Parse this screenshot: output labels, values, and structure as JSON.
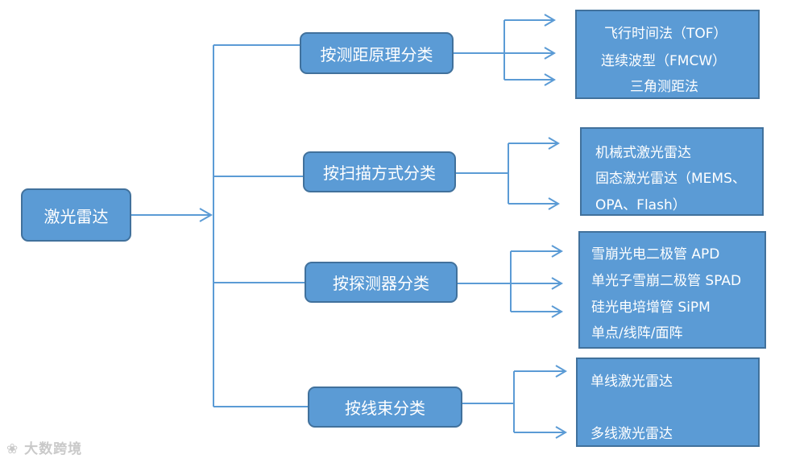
{
  "root": "激光雷达",
  "categories": [
    {
      "label": "按测距原理分类",
      "items": [
        "飞行时间法（TOF）",
        "连续波型（FMCW）",
        "三角测距法"
      ]
    },
    {
      "label": "按扫描方式分类",
      "items": [
        "机械式激光雷达",
        "固态激光雷达（MEMS、",
        "OPA、Flash）"
      ]
    },
    {
      "label": "按探测器分类",
      "items": [
        "雪崩光电二极管 APD",
        "单光子雪崩二极管 SPAD",
        "硅光电培增管 SiPM",
        "单点/线阵/面阵"
      ]
    },
    {
      "label": "按线束分类",
      "items": [
        "单线激光雷达",
        "多线激光雷达"
      ]
    }
  ],
  "watermark": "大数跨境",
  "colors": {
    "box_fill": "#5b9bd5",
    "box_border": "#41719c",
    "line": "#5b9bd5"
  }
}
